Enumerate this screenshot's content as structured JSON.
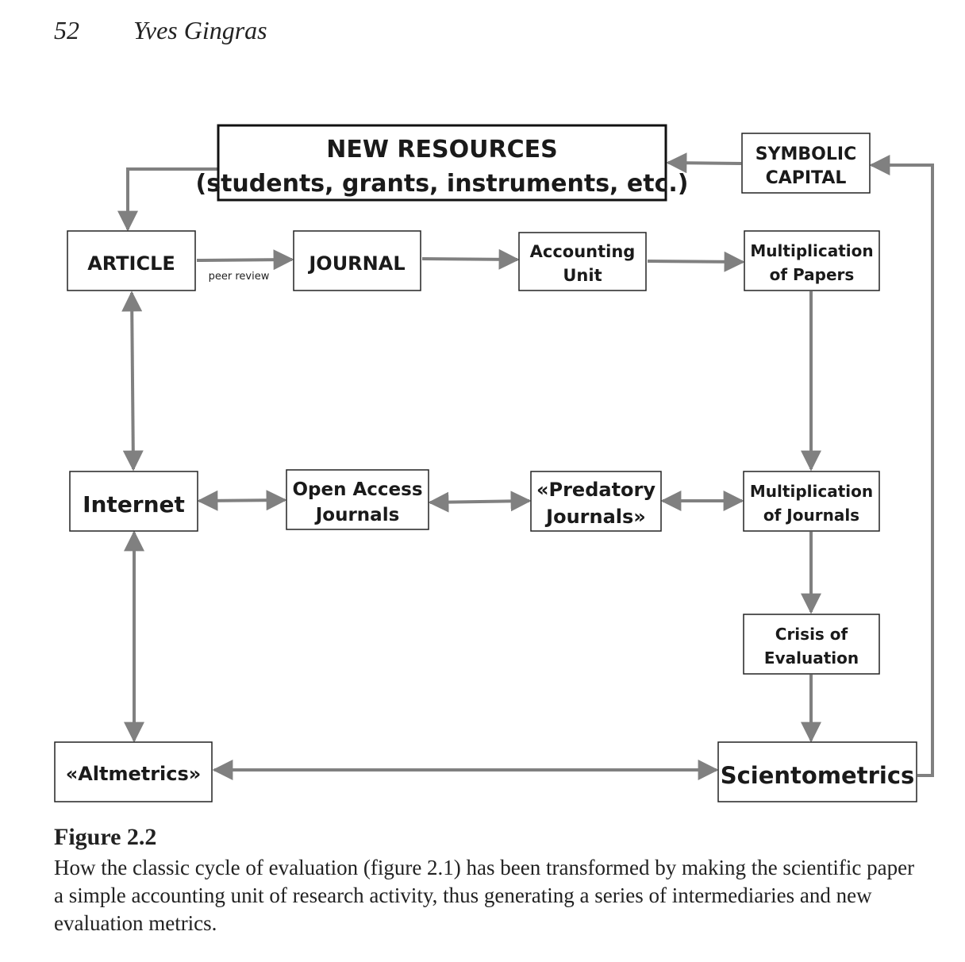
{
  "header": {
    "page_number": "52",
    "author": "Yves Gingras"
  },
  "diagram": {
    "nodes": {
      "new_resources": [
        "NEW RESOURCES",
        "(students, grants, instruments, etc.)"
      ],
      "symbolic_capital": [
        "SYMBOLIC",
        "CAPITAL"
      ],
      "article": [
        "ARTICLE"
      ],
      "journal": [
        "JOURNAL"
      ],
      "accounting_unit": [
        "Accounting",
        "Unit"
      ],
      "multiplication_papers": [
        "Multiplication",
        "of Papers"
      ],
      "internet": [
        "Internet"
      ],
      "open_access": [
        "Open Access",
        "Journals"
      ],
      "predatory": [
        "«Predatory",
        "Journals»"
      ],
      "multiplication_journals": [
        "Multiplication",
        "of Journals"
      ],
      "crisis": [
        "Crisis of",
        "Evaluation"
      ],
      "altmetrics": [
        "«Altmetrics»"
      ],
      "scientometrics": [
        "Scientometrics"
      ]
    },
    "edge_labels": {
      "peer_review": "peer review"
    },
    "connector_color": "#808080"
  },
  "caption": {
    "title": "Figure 2.2",
    "text": "How the classic cycle of evaluation (figure 2.1) has been transformed by making the scientific paper a simple accounting unit of research activity, thus generating a series of intermediaries and new evaluation metrics."
  }
}
